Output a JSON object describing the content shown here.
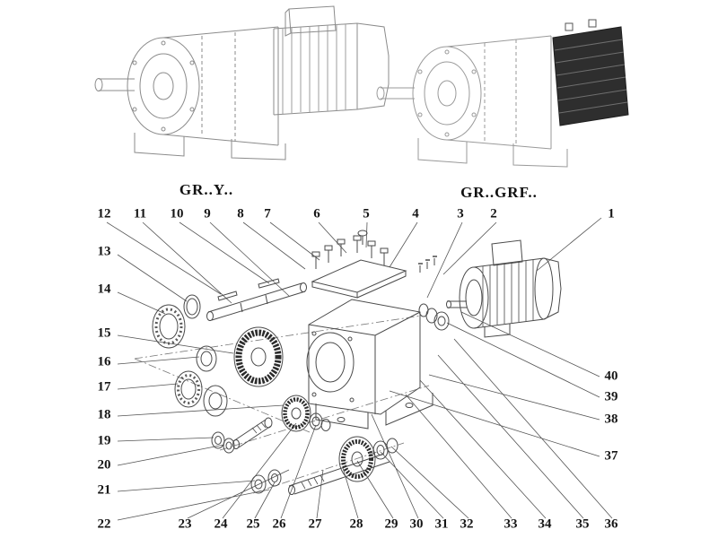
{
  "figure": {
    "views": [
      {
        "label": "GR..Y.."
      },
      {
        "label": "GR..GRF.."
      }
    ]
  },
  "callouts": {
    "1": "1",
    "2": "2",
    "3": "3",
    "4": "4",
    "5": "5",
    "6": "6",
    "7": "7",
    "8": "8",
    "9": "9",
    "10": "10",
    "11": "11",
    "12": "12",
    "13": "13",
    "14": "14",
    "15": "15",
    "16": "16",
    "17": "17",
    "18": "18",
    "19": "19",
    "20": "20",
    "21": "21",
    "22": "22",
    "23": "23",
    "24": "24",
    "25": "25",
    "26": "26",
    "27": "27",
    "28": "28",
    "29": "29",
    "30": "30",
    "31": "31",
    "32": "32",
    "33": "33",
    "34": "34",
    "35": "35",
    "36": "36",
    "37": "37",
    "38": "38",
    "39": "39",
    "40": "40"
  }
}
